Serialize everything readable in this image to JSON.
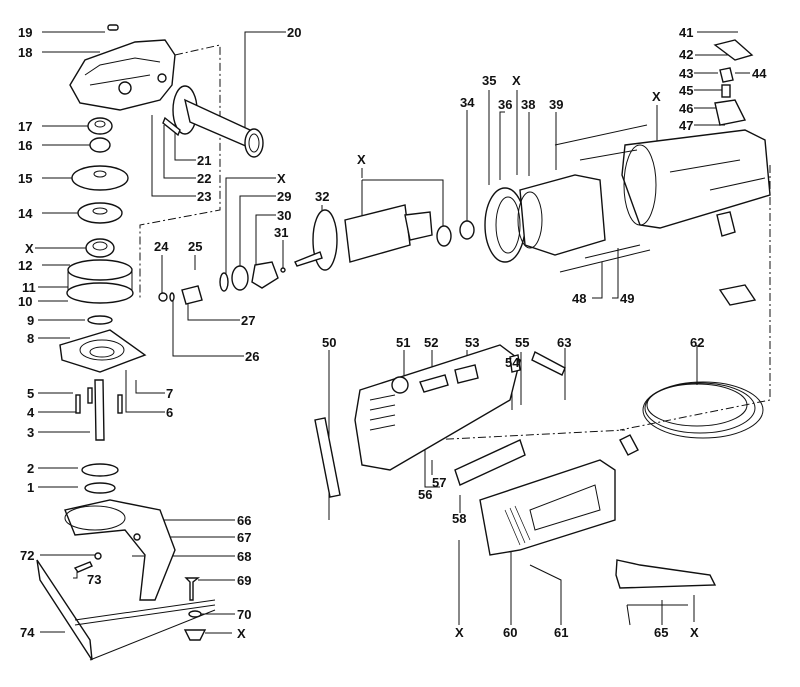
{
  "diagram": {
    "title": "Angle grinder exploded parts diagram",
    "background": "#ffffff",
    "ink_color": "#111111",
    "callouts": [
      {
        "id": "19",
        "text": "19"
      },
      {
        "id": "18",
        "text": "18"
      },
      {
        "id": "20",
        "text": "20"
      },
      {
        "id": "17",
        "text": "17"
      },
      {
        "id": "16",
        "text": "16"
      },
      {
        "id": "21",
        "text": "21"
      },
      {
        "id": "22",
        "text": "22"
      },
      {
        "id": "15",
        "text": "15"
      },
      {
        "id": "23",
        "text": "23"
      },
      {
        "id": "14",
        "text": "14"
      },
      {
        "id": "X_bearing",
        "text": "X"
      },
      {
        "id": "12",
        "text": "12"
      },
      {
        "id": "11",
        "text": "11"
      },
      {
        "id": "10",
        "text": "10"
      },
      {
        "id": "9",
        "text": "9"
      },
      {
        "id": "8",
        "text": "8"
      },
      {
        "id": "5",
        "text": "5"
      },
      {
        "id": "4",
        "text": "4"
      },
      {
        "id": "7",
        "text": "7"
      },
      {
        "id": "6",
        "text": "6"
      },
      {
        "id": "3",
        "text": "3"
      },
      {
        "id": "2",
        "text": "2"
      },
      {
        "id": "1",
        "text": "1"
      },
      {
        "id": "24",
        "text": "24"
      },
      {
        "id": "25",
        "text": "25"
      },
      {
        "id": "26",
        "text": "26"
      },
      {
        "id": "27",
        "text": "27"
      },
      {
        "id": "X_29",
        "text": "X"
      },
      {
        "id": "29",
        "text": "29"
      },
      {
        "id": "30",
        "text": "30"
      },
      {
        "id": "31",
        "text": "31"
      },
      {
        "id": "32",
        "text": "32"
      },
      {
        "id": "X_armature",
        "text": "X"
      },
      {
        "id": "34",
        "text": "34"
      },
      {
        "id": "35",
        "text": "35"
      },
      {
        "id": "X_36",
        "text": "X"
      },
      {
        "id": "36",
        "text": "36"
      },
      {
        "id": "38",
        "text": "38"
      },
      {
        "id": "39",
        "text": "39"
      },
      {
        "id": "X_housing",
        "text": "X"
      },
      {
        "id": "41",
        "text": "41"
      },
      {
        "id": "42",
        "text": "42"
      },
      {
        "id": "43",
        "text": "43"
      },
      {
        "id": "44",
        "text": "44"
      },
      {
        "id": "45",
        "text": "45"
      },
      {
        "id": "46",
        "text": "46"
      },
      {
        "id": "47",
        "text": "47"
      },
      {
        "id": "48",
        "text": "48"
      },
      {
        "id": "49",
        "text": "49"
      },
      {
        "id": "50",
        "text": "50"
      },
      {
        "id": "51",
        "text": "51"
      },
      {
        "id": "52",
        "text": "52"
      },
      {
        "id": "53",
        "text": "53"
      },
      {
        "id": "54",
        "text": "54"
      },
      {
        "id": "55",
        "text": "55"
      },
      {
        "id": "63",
        "text": "63"
      },
      {
        "id": "62",
        "text": "62"
      },
      {
        "id": "57",
        "text": "57"
      },
      {
        "id": "56",
        "text": "56"
      },
      {
        "id": "58",
        "text": "58"
      },
      {
        "id": "66",
        "text": "66"
      },
      {
        "id": "67",
        "text": "67"
      },
      {
        "id": "68",
        "text": "68"
      },
      {
        "id": "72",
        "text": "72"
      },
      {
        "id": "73",
        "text": "73"
      },
      {
        "id": "69",
        "text": "69"
      },
      {
        "id": "70",
        "text": "70"
      },
      {
        "id": "X_knob",
        "text": "X"
      },
      {
        "id": "74",
        "text": "74"
      },
      {
        "id": "X_handle",
        "text": "X"
      },
      {
        "id": "60",
        "text": "60"
      },
      {
        "id": "61",
        "text": "61"
      },
      {
        "id": "65",
        "text": "65"
      },
      {
        "id": "X_wrench",
        "text": "X"
      }
    ]
  }
}
